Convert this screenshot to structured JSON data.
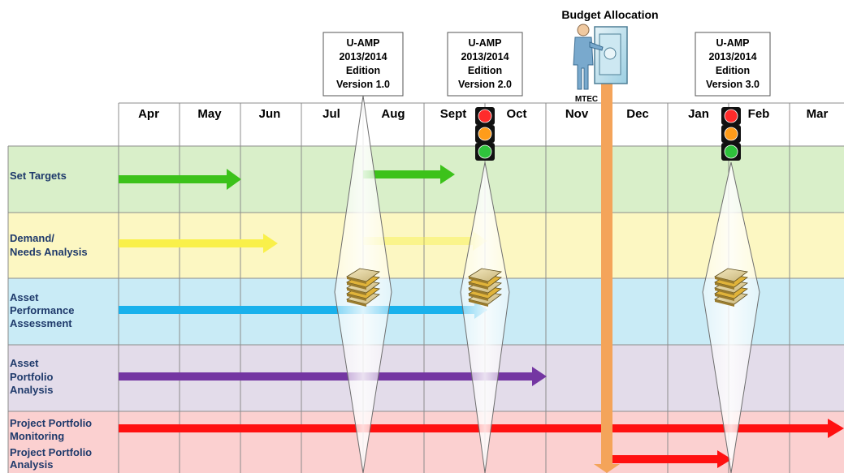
{
  "months": [
    "Apr",
    "May",
    "Jun",
    "Jul",
    "Aug",
    "Sept",
    "Oct",
    "Nov",
    "Dec",
    "Jan",
    "Feb",
    "Mar"
  ],
  "rows": [
    {
      "label_lines": [
        "Set Targets"
      ],
      "color": "#d9efc9"
    },
    {
      "label_lines": [
        "Demand/",
        "Needs Analysis"
      ],
      "color": "#fcf7c2"
    },
    {
      "label_lines": [
        "Asset",
        "Performance",
        "Assessment"
      ],
      "color": "#c9ebf6"
    },
    {
      "label_lines": [
        "Asset",
        "Portfolio",
        "Analysis"
      ],
      "color": "#e3dcea"
    },
    {
      "label_lines": [
        "Project Portfolio",
        "Monitoring",
        "Project Portfolio",
        "Analysis"
      ],
      "color": "#fbd0d0"
    }
  ],
  "versions": [
    {
      "lines": [
        "U-AMP",
        "2013/2014",
        "Edition",
        "Version 1.0"
      ]
    },
    {
      "lines": [
        "U-AMP",
        "2013/2014",
        "Edition",
        "Version 2.0"
      ]
    },
    {
      "lines": [
        "U-AMP",
        "2013/2014",
        "Edition",
        "Version 3.0"
      ]
    }
  ],
  "budget": {
    "title": "Budget Allocation",
    "label": "MTEC",
    "color": "#f4a45a"
  },
  "colors": {
    "green_arrow": "#3cc21a",
    "yellow_arrow": "#f9f04a",
    "blue_arrow": "#19b1ec",
    "purple_arrow": "#7436a2",
    "red_arrow": "#ff1010",
    "grid_line": "#8c8c8c"
  },
  "icons": [
    "traffic-light-icon",
    "document-stack-icon",
    "person-icon",
    "safe-icon"
  ]
}
